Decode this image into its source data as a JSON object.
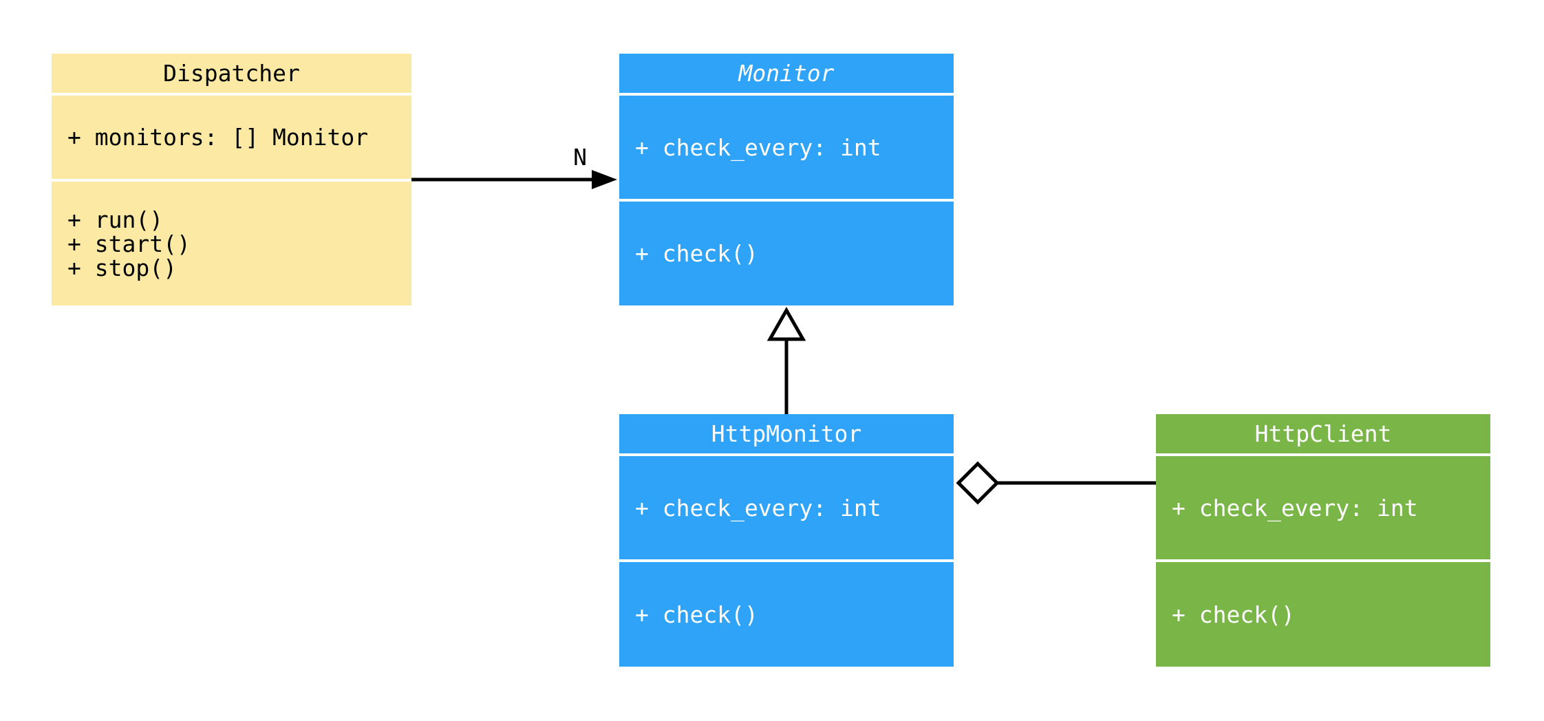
{
  "diagram": {
    "kind": "uml-class-diagram",
    "background_color": "#FFFFFF",
    "edge_color": "#000000",
    "classes": [
      {
        "name": "Dispatcher",
        "abstract": false,
        "fill_color": "#FCE9A4",
        "text_color": "#000000",
        "attributes": [
          "+ monitors: [] Monitor"
        ],
        "methods": [
          "+ run()",
          "+ start()",
          "+ stop()"
        ]
      },
      {
        "name": "Monitor",
        "abstract": true,
        "fill_color": "#2EA3F8",
        "text_color": "#FFFFFF",
        "attributes": [
          "+ check_every: int"
        ],
        "methods": [
          "+ check()"
        ]
      },
      {
        "name": "HttpMonitor",
        "abstract": false,
        "fill_color": "#2EA3F8",
        "text_color": "#FFFFFF",
        "attributes": [
          "+ check_every: int"
        ],
        "methods": [
          "+ check()"
        ]
      },
      {
        "name": "HttpClient",
        "abstract": false,
        "fill_color": "#7AB548",
        "text_color": "#FFFFFF",
        "attributes": [
          "+ check_every: int"
        ],
        "methods": [
          "+ check()"
        ]
      }
    ],
    "relationships": [
      {
        "type": "association",
        "from": "Dispatcher",
        "to": "Monitor",
        "label": "N"
      },
      {
        "type": "generalization",
        "from": "HttpMonitor",
        "to": "Monitor",
        "label": ""
      },
      {
        "type": "aggregation",
        "from": "HttpMonitor",
        "to": "HttpClient",
        "label": ""
      }
    ]
  }
}
